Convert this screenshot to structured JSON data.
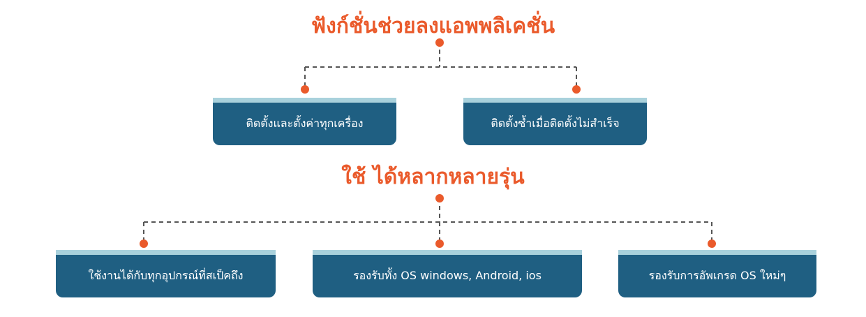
{
  "colors": {
    "accent": "#ea5a2b",
    "box_fill": "#1f5f82",
    "box_top_stripe": "#a9d1dc",
    "connector": "#555555"
  },
  "sections": [
    {
      "heading": "ฟังก์ชั่นช่วยลงแอพพลิเคชั่น",
      "boxes": [
        {
          "label": "ติดตั้งและตั้งค่าทุกเครื่อง"
        },
        {
          "label": "ติดตั้งซ้ำเมื่อติดตั้งไม่สำเร็จ"
        }
      ]
    },
    {
      "heading": "ใช้ ได้หลากหลายรุ่น",
      "boxes": [
        {
          "label": "ใช้งานได้กับทุกอุปกรณ์ที่สเป็คถึง"
        },
        {
          "label": "รองรับทั้ง OS windows, Android, ios"
        },
        {
          "label": "รองรับการอัพเกรด OS ใหม่ๆ"
        }
      ]
    }
  ]
}
